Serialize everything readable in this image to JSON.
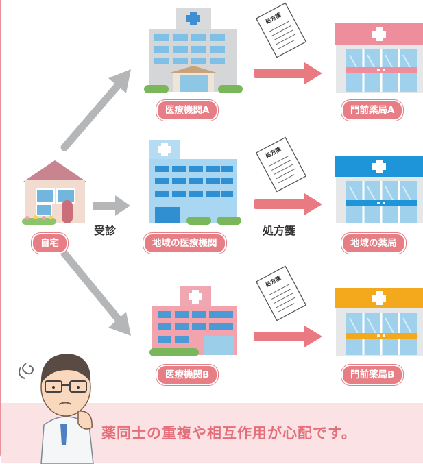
{
  "home": {
    "label": "自宅"
  },
  "edges": {
    "consult_label": "受診",
    "prescription_label": "処方箋"
  },
  "prescription_paper": {
    "title": "処方箋"
  },
  "hospitals": [
    {
      "label": "医療機関A"
    },
    {
      "label": "地域の医療機関"
    },
    {
      "label": "医療機関B"
    }
  ],
  "pharmacies": [
    {
      "label": "門前薬局A"
    },
    {
      "label": "地域の薬局"
    },
    {
      "label": "門前薬局B"
    }
  ],
  "banner": {
    "text": "薬同士の重複や相互作用が心配です。"
  },
  "colors": {
    "pill": "#e77d85",
    "arrow_gray": "#b4b6b8",
    "arrow_pink": "#ea7a82",
    "banner_bg": "#fbe2e4",
    "banner_text": "#e46f7a",
    "pharmacy_a": "#ee8e9c",
    "pharmacy_local": "#1e95d9",
    "pharmacy_b": "#f4a81c"
  }
}
